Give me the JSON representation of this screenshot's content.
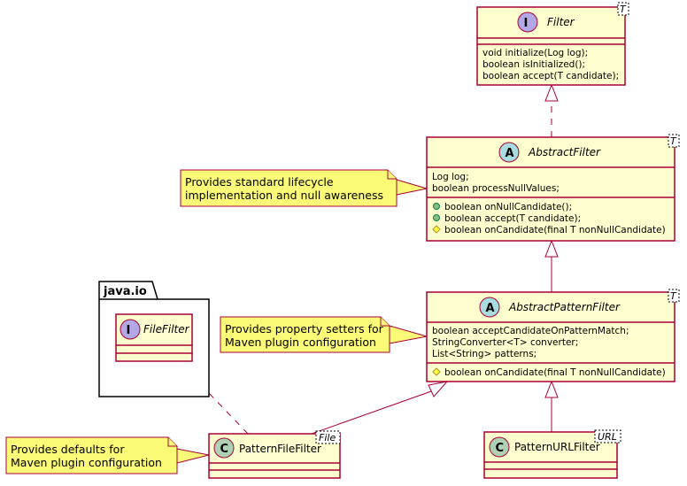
{
  "colors": {
    "class_fill": "#FEFECE",
    "border": "#A80036",
    "note_fill": "#FBFB77",
    "interface_badge": "#B4A7E5",
    "abstract_badge": "#A9DCDF",
    "class_badge": "#ADD1B2"
  },
  "package": {
    "name": "java.io"
  },
  "classes": {
    "filter": {
      "badge": "I",
      "name": "Filter",
      "generic": "T",
      "methods": [
        "void initialize(Log log);",
        "boolean isInitialized();",
        "boolean accept(T candidate);"
      ]
    },
    "abstract_filter": {
      "badge": "A",
      "name": "AbstractFilter",
      "generic": "T",
      "fields": [
        "Log log;",
        "boolean processNullValues;"
      ],
      "methods": [
        "boolean onNullCandidate();",
        "boolean accept(T candidate);",
        "boolean onCandidate(final T nonNullCandidate)"
      ]
    },
    "abstract_pattern_filter": {
      "badge": "A",
      "name": "AbstractPatternFilter",
      "generic": "T",
      "fields": [
        "boolean acceptCandidateOnPatternMatch;",
        "StringConverter<T> converter;",
        "List<String> patterns;"
      ],
      "methods": [
        "boolean onCandidate(final T nonNullCandidate)"
      ]
    },
    "file_filter": {
      "badge": "I",
      "name": "FileFilter"
    },
    "pattern_file_filter": {
      "badge": "C",
      "name": "PatternFileFilter",
      "generic": "File"
    },
    "pattern_url_filter": {
      "badge": "C",
      "name": "PatternURLFilter",
      "generic": "URL"
    }
  },
  "notes": {
    "abstract_filter_note": [
      "Provides standard lifecycle",
      "implementation and null awareness"
    ],
    "abstract_pattern_note": [
      "Provides property setters for",
      "Maven plugin configuration"
    ],
    "pattern_file_note": [
      "Provides defaults for",
      "Maven plugin configuration"
    ]
  }
}
